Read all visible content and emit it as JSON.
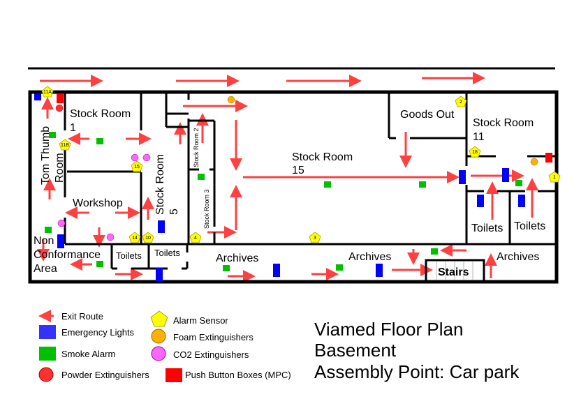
{
  "title": {
    "line1": "Viamed Floor Plan",
    "line2": "Basement",
    "line3": "Assembly Point: Car park"
  },
  "rooms": {
    "tom_thumb_1": "Tom Thumb",
    "tom_thumb_2": "Room",
    "stock1_a": "Stock Room",
    "stock1_b": "1",
    "workshop": "Workshop",
    "stock5_a": "Stock Room",
    "stock5_b": "5",
    "stock2": "Stock Room 2",
    "stock3": "Stock Room 3",
    "stock15_a": "Stock Room",
    "stock15_b": "15",
    "goods_out": "Goods Out",
    "stock11_a": "Stock Room",
    "stock11_b": "11",
    "nonconf_1": "Non",
    "nonconf_2": "Conformance",
    "nonconf_3": "Area",
    "toilets_1": "Toilets",
    "toilets_2": "Toilets",
    "toilets_3": "Toilets",
    "toilets_4": "Toilets",
    "archives_1": "Archives",
    "archives_2": "Archives",
    "archives_3": "Archives",
    "stairs": "Stairs"
  },
  "sensors": [
    "11A",
    "11B",
    "15",
    "14",
    "10",
    "4",
    "3",
    "2",
    "18",
    "1"
  ],
  "legend": {
    "exit_route": "Exit Route",
    "emergency_lights": "Emergency Lights",
    "smoke_alarm": "Smoke Alarm",
    "powder": "Powder Extinguishers",
    "alarm_sensor": "Alarm Sensor",
    "foam": "Foam Extinguishers",
    "co2": "CO2 Extinguishers",
    "push_button": "Push Button Boxes (MPC)"
  },
  "colors": {
    "exit": "#ff4040",
    "light": "#0000ff",
    "smoke": "#00c000",
    "powder": "#ff3030",
    "sensor": "#ffff00",
    "foam": "#ffb000",
    "co2": "#ff66ff",
    "push": "#ff0000"
  }
}
